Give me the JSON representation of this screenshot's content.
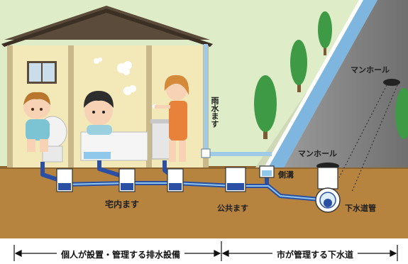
{
  "labels": {
    "rain_gutter": "雨水ます",
    "manhole_top": "マンホール",
    "manhole_mid": "マンホール",
    "side_ditch": "側溝",
    "house_catch_basin": "宅内ます",
    "public_catch_basin": "公共ます",
    "sewer_pipe": "下水道管"
  },
  "captions": {
    "private": "個人が設置・管理する排水設備",
    "public": "市が管理する下水道"
  },
  "colors": {
    "sky": "#dfecc8",
    "soil": "#b6843f",
    "wall": "#f3e9b8",
    "roof": "#5b4b3a",
    "pipe": "#2b4fa3",
    "water": "#8fc8ea",
    "road": "#8a8a8a",
    "tree": "#3e9a45"
  }
}
